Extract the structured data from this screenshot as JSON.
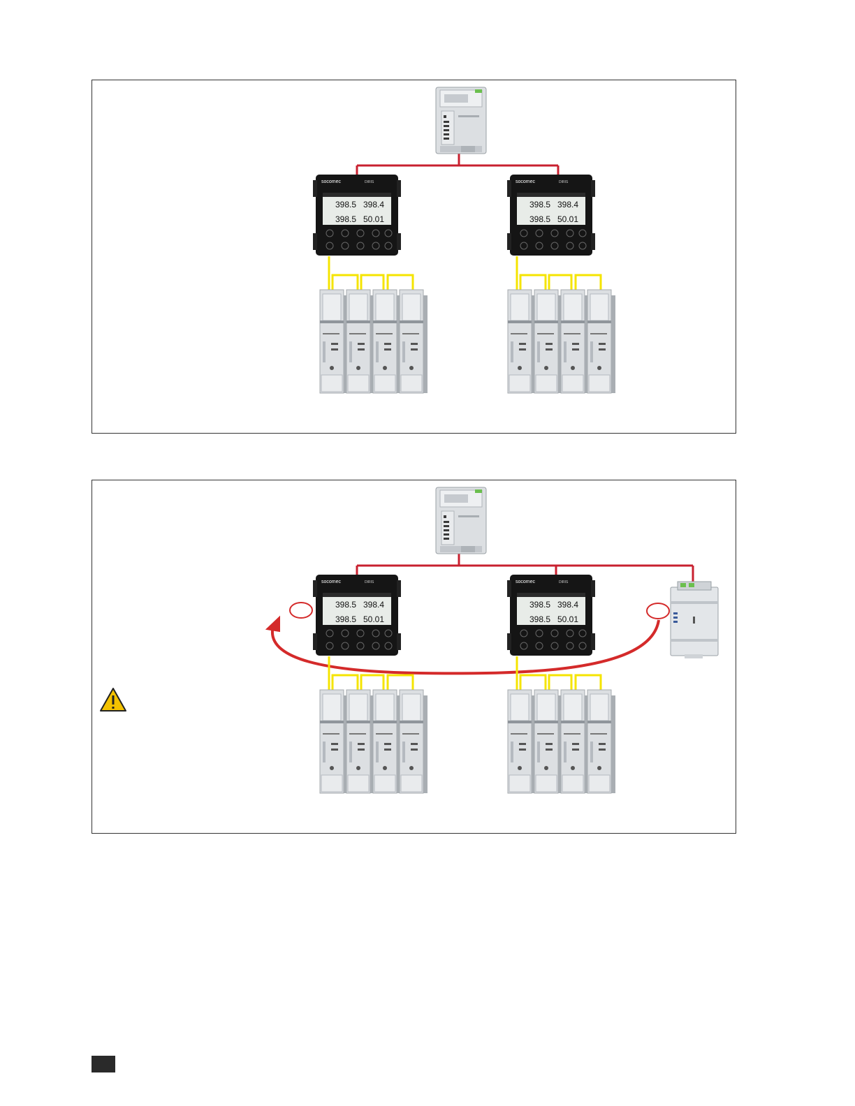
{
  "colors": {
    "bus_red": "#c8202f",
    "link_yellow": "#f5e400",
    "loop_red": "#d42a2a",
    "warning_yellow": "#f3c200",
    "device_body": "#dcdfe2",
    "display_black": "#151515"
  },
  "display": {
    "brand": "socomec",
    "model": "DIRIS",
    "line1_left": "398.5",
    "line1_right": "398.4",
    "line2_left": "398.5",
    "line2_right": "50.01"
  },
  "icons": {
    "warning": "warning-triangle-icon"
  }
}
